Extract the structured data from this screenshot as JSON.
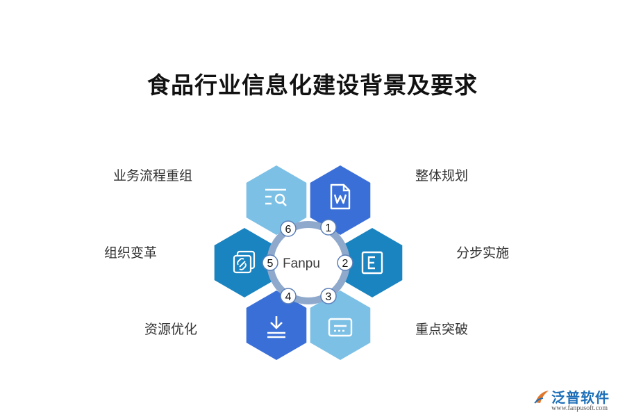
{
  "title": "食品行业信息化建设背景及要求",
  "center_label": "Fanpu",
  "segments": [
    {
      "number": "1",
      "label": "整体规划",
      "icon": "word-document-icon",
      "color": "#3a6fd8"
    },
    {
      "number": "2",
      "label": "分步实施",
      "icon": "e-document-icon",
      "color": "#1a84c0"
    },
    {
      "number": "3",
      "label": "重点突破",
      "icon": "card-icon",
      "color": "#7cc0e6"
    },
    {
      "number": "4",
      "label": "资源优化",
      "icon": "download-icon",
      "color": "#3a6fd8"
    },
    {
      "number": "5",
      "label": "组织变革",
      "icon": "link-copy-icon",
      "color": "#1a84c0"
    },
    {
      "number": "6",
      "label": "业务流程重组",
      "icon": "search-list-icon",
      "color": "#7cc0e6"
    }
  ],
  "brand": {
    "name": "泛普软件",
    "url": "www.fanpusoft.com"
  }
}
